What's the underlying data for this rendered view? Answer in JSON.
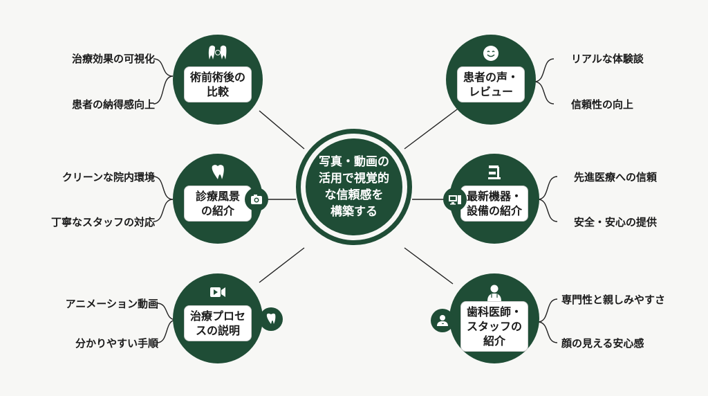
{
  "center": {
    "lines": [
      "写真・動画の",
      "活用で視覚的",
      "な信頼感を",
      "構築する"
    ]
  },
  "colors": {
    "primary": "#1f4d36",
    "background": "#f7f7f5",
    "label_bg": "#ffffff",
    "text": "#1a1a1a"
  },
  "nodes": [
    {
      "id": "before-after",
      "lines": [
        "術前術後の",
        "比較"
      ],
      "icon": "teeth-compare-icon",
      "leaves": [
        "治療効果の可視化",
        "患者の納得感向上"
      ]
    },
    {
      "id": "patient-reviews",
      "lines": [
        "患者の声・",
        "レビュー"
      ],
      "icon": "smiley-icon",
      "leaves": [
        "リアルな体験談",
        "信頼性の向上"
      ]
    },
    {
      "id": "clinic-scenes",
      "lines": [
        "診療風景",
        "の紹介"
      ],
      "icon": "tooth-icon",
      "satellite_icon": "camera-icon",
      "leaves": [
        "クリーンな院内環境",
        "丁寧なスタッフの対応"
      ]
    },
    {
      "id": "latest-equipment",
      "lines": [
        "最新機器・",
        "設備の紹介"
      ],
      "icon": "dental-chair-icon",
      "satellite_icon": "computer-icon",
      "leaves": [
        "先進医療への信頼",
        "安全・安心の提供"
      ]
    },
    {
      "id": "treatment-process",
      "lines": [
        "治療プロセ",
        "スの説明"
      ],
      "icon": "video-icon",
      "satellite_icon": "tooth-icon",
      "leaves": [
        "アニメーション動画",
        "分かりやすい手順"
      ]
    },
    {
      "id": "staff-intro",
      "lines": [
        "歯科医師・",
        "スタッフの",
        "紹介"
      ],
      "icon": "doctor-icon",
      "satellite_icon": "person-icon",
      "leaves": [
        "専門性と親しみやすさ",
        "顔の見える安心感"
      ]
    }
  ]
}
